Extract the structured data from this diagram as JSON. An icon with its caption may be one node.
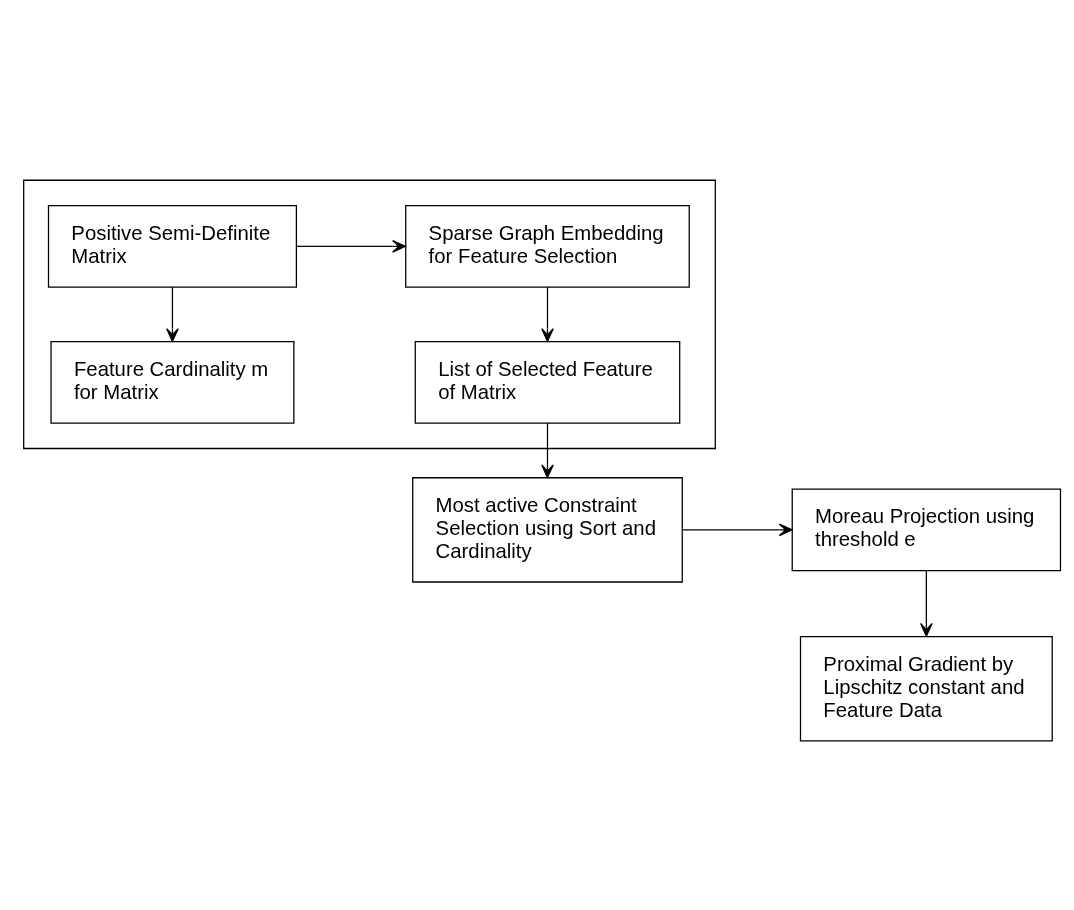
{
  "diagram": {
    "nodes": [
      {
        "text": [],
        "shape": "box"
      },
      {
        "text": [
          "Positive Semi-Definite Matrix"
        ],
        "in": 0
      },
      {
        "text": [
          "Sparse Graph Embedding for Feature Selection"
        ],
        "in": 0
      },
      {
        "text": [
          "Feature Cardinality m for Matrix"
        ],
        "in": 0
      },
      {
        "text": [
          "List of Selected Feature of Matrix"
        ],
        "in": 0
      },
      {
        "text": [
          "Most active Constraint Selection using Sort and Cardinality"
        ]
      },
      {
        "text": [
          "Moreau Projection using threshold e"
        ]
      },
      {
        "text": [
          "Proximal Gradient by Lipschitz constant and Feature Data"
        ]
      }
    ],
    "edges": [
      {
        "from": 1,
        "to": 2,
        "arrow": "to"
      },
      {
        "from": 1,
        "to": 3,
        "arrow": "to"
      },
      {
        "from": 2,
        "to": 4,
        "arrow": "to"
      },
      {
        "from": 4,
        "to": 5,
        "arrow": "to"
      },
      {
        "from": 5,
        "to": 6,
        "arrow": "to"
      },
      {
        "from": 6,
        "to": 7,
        "arrow": "to"
      }
    ]
  }
}
